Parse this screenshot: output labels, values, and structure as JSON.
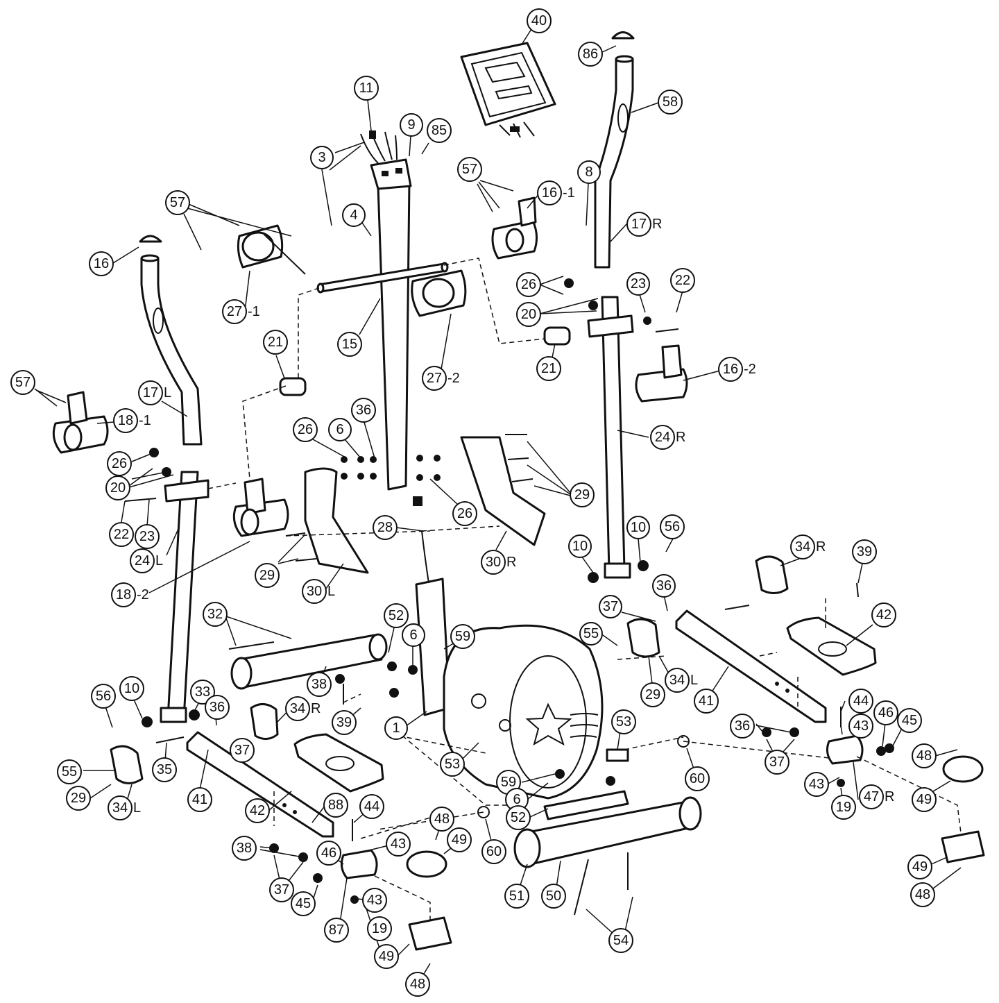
{
  "callouts": [
    {
      "id": "c40",
      "num": "40",
      "suffix": ""
    },
    {
      "id": "c86",
      "num": "86",
      "suffix": ""
    },
    {
      "id": "c58",
      "num": "58",
      "suffix": ""
    },
    {
      "id": "c11",
      "num": "11",
      "suffix": ""
    },
    {
      "id": "c9",
      "num": "9",
      "suffix": ""
    },
    {
      "id": "c85",
      "num": "85",
      "suffix": ""
    },
    {
      "id": "c3a",
      "num": "3",
      "suffix": ""
    },
    {
      "id": "c57a",
      "num": "57",
      "suffix": ""
    },
    {
      "id": "c16_1",
      "num": "16",
      "suffix": "-1"
    },
    {
      "id": "c8",
      "num": "8",
      "suffix": ""
    },
    {
      "id": "c17R",
      "num": "17",
      "suffix": "R"
    },
    {
      "id": "c57b",
      "num": "57",
      "suffix": ""
    },
    {
      "id": "c4",
      "num": "4",
      "suffix": ""
    },
    {
      "id": "c3b",
      "num": "3",
      "suffix": ""
    },
    {
      "id": "c16",
      "num": "16",
      "suffix": ""
    },
    {
      "id": "c27_1",
      "num": "27",
      "suffix": "-1"
    },
    {
      "id": "c26a",
      "num": "26",
      "suffix": ""
    },
    {
      "id": "c23a",
      "num": "23",
      "suffix": ""
    },
    {
      "id": "c22a",
      "num": "22",
      "suffix": ""
    },
    {
      "id": "c20a",
      "num": "20",
      "suffix": ""
    },
    {
      "id": "c15",
      "num": "15",
      "suffix": ""
    },
    {
      "id": "c21a",
      "num": "21",
      "suffix": ""
    },
    {
      "id": "c21b",
      "num": "21",
      "suffix": ""
    },
    {
      "id": "c27_2",
      "num": "27",
      "suffix": "-2"
    },
    {
      "id": "c16_2",
      "num": "16",
      "suffix": "-2"
    },
    {
      "id": "c57c",
      "num": "57",
      "suffix": ""
    },
    {
      "id": "c17L",
      "num": "17",
      "suffix": "L"
    },
    {
      "id": "c18_1",
      "num": "18",
      "suffix": "-1"
    },
    {
      "id": "c26b",
      "num": "26",
      "suffix": ""
    },
    {
      "id": "c6a",
      "num": "6",
      "suffix": ""
    },
    {
      "id": "c36a",
      "num": "36",
      "suffix": ""
    },
    {
      "id": "c24R",
      "num": "24",
      "suffix": "R"
    },
    {
      "id": "c26c",
      "num": "26",
      "suffix": ""
    },
    {
      "id": "c20b",
      "num": "20",
      "suffix": ""
    },
    {
      "id": "c29a",
      "num": "29",
      "suffix": ""
    },
    {
      "id": "c26d",
      "num": "26",
      "suffix": ""
    },
    {
      "id": "c22b",
      "num": "22",
      "suffix": ""
    },
    {
      "id": "c23b",
      "num": "23",
      "suffix": ""
    },
    {
      "id": "c28",
      "num": "28",
      "suffix": ""
    },
    {
      "id": "c10a",
      "num": "10",
      "suffix": ""
    },
    {
      "id": "c56a",
      "num": "56",
      "suffix": ""
    },
    {
      "id": "c24L",
      "num": "24",
      "suffix": "L"
    },
    {
      "id": "c30R",
      "num": "30",
      "suffix": "R"
    },
    {
      "id": "c10b",
      "num": "10",
      "suffix": ""
    },
    {
      "id": "c34R_a",
      "num": "34",
      "suffix": "R"
    },
    {
      "id": "c39a",
      "num": "39",
      "suffix": ""
    },
    {
      "id": "c18_2",
      "num": "18",
      "suffix": "-2"
    },
    {
      "id": "c29b",
      "num": "29",
      "suffix": ""
    },
    {
      "id": "c30L",
      "num": "30",
      "suffix": "L"
    },
    {
      "id": "c36b",
      "num": "36",
      "suffix": ""
    },
    {
      "id": "c37a",
      "num": "37",
      "suffix": ""
    },
    {
      "id": "c32",
      "num": "32",
      "suffix": ""
    },
    {
      "id": "c52a",
      "num": "52",
      "suffix": ""
    },
    {
      "id": "c42a",
      "num": "42",
      "suffix": ""
    },
    {
      "id": "c55a",
      "num": "55",
      "suffix": ""
    },
    {
      "id": "c6b",
      "num": "6",
      "suffix": ""
    },
    {
      "id": "c59a",
      "num": "59",
      "suffix": ""
    },
    {
      "id": "c34L_a",
      "num": "34",
      "suffix": "L"
    },
    {
      "id": "c29c",
      "num": "29",
      "suffix": ""
    },
    {
      "id": "c41a",
      "num": "41",
      "suffix": ""
    },
    {
      "id": "c38a",
      "num": "38",
      "suffix": ""
    },
    {
      "id": "c10c",
      "num": "10",
      "suffix": ""
    },
    {
      "id": "c56b",
      "num": "56",
      "suffix": ""
    },
    {
      "id": "c33",
      "num": "33",
      "suffix": ""
    },
    {
      "id": "c36c",
      "num": "36",
      "suffix": ""
    },
    {
      "id": "c34R_b",
      "num": "34",
      "suffix": "R"
    },
    {
      "id": "c39b",
      "num": "39",
      "suffix": ""
    },
    {
      "id": "c1",
      "num": "1",
      "suffix": ""
    },
    {
      "id": "c53a",
      "num": "53",
      "suffix": ""
    },
    {
      "id": "c44a",
      "num": "44",
      "suffix": ""
    },
    {
      "id": "c43a",
      "num": "43",
      "suffix": ""
    },
    {
      "id": "c46a",
      "num": "46",
      "suffix": ""
    },
    {
      "id": "c45a",
      "num": "45",
      "suffix": ""
    },
    {
      "id": "c36d",
      "num": "36",
      "suffix": ""
    },
    {
      "id": "c37b",
      "num": "37",
      "suffix": ""
    },
    {
      "id": "c37c",
      "num": "37",
      "suffix": ""
    },
    {
      "id": "c55b",
      "num": "55",
      "suffix": ""
    },
    {
      "id": "c35",
      "num": "35",
      "suffix": ""
    },
    {
      "id": "c53b",
      "num": "53",
      "suffix": ""
    },
    {
      "id": "c60a",
      "num": "60",
      "suffix": ""
    },
    {
      "id": "c48a",
      "num": "48",
      "suffix": ""
    },
    {
      "id": "c43b",
      "num": "43",
      "suffix": ""
    },
    {
      "id": "c47R",
      "num": "47",
      "suffix": "R"
    },
    {
      "id": "c49a",
      "num": "49",
      "suffix": ""
    },
    {
      "id": "c19a",
      "num": "19",
      "suffix": ""
    },
    {
      "id": "c29d",
      "num": "29",
      "suffix": ""
    },
    {
      "id": "c34L_b",
      "num": "34",
      "suffix": "L"
    },
    {
      "id": "c41b",
      "num": "41",
      "suffix": ""
    },
    {
      "id": "c59b",
      "num": "59",
      "suffix": ""
    },
    {
      "id": "c6c",
      "num": "6",
      "suffix": ""
    },
    {
      "id": "c52b",
      "num": "52",
      "suffix": ""
    },
    {
      "id": "c42b",
      "num": "42",
      "suffix": ""
    },
    {
      "id": "c88",
      "num": "88",
      "suffix": ""
    },
    {
      "id": "c44b",
      "num": "44",
      "suffix": ""
    },
    {
      "id": "c48b",
      "num": "48",
      "suffix": ""
    },
    {
      "id": "c49b",
      "num": "49",
      "suffix": ""
    },
    {
      "id": "c60b",
      "num": "60",
      "suffix": ""
    },
    {
      "id": "c38b",
      "num": "38",
      "suffix": ""
    },
    {
      "id": "c43c",
      "num": "43",
      "suffix": ""
    },
    {
      "id": "c46b",
      "num": "46",
      "suffix": ""
    },
    {
      "id": "c49c",
      "num": "49",
      "suffix": ""
    },
    {
      "id": "c37d",
      "num": "37",
      "suffix": ""
    },
    {
      "id": "c45b",
      "num": "45",
      "suffix": ""
    },
    {
      "id": "c43d",
      "num": "43",
      "suffix": ""
    },
    {
      "id": "c87",
      "num": "87",
      "suffix": ""
    },
    {
      "id": "c19b",
      "num": "19",
      "suffix": ""
    },
    {
      "id": "c51",
      "num": "51",
      "suffix": ""
    },
    {
      "id": "c50",
      "num": "50",
      "suffix": ""
    },
    {
      "id": "c48c",
      "num": "48",
      "suffix": ""
    },
    {
      "id": "c54",
      "num": "54",
      "suffix": ""
    },
    {
      "id": "c49d",
      "num": "49",
      "suffix": ""
    },
    {
      "id": "c48d",
      "num": "48",
      "suffix": ""
    }
  ]
}
